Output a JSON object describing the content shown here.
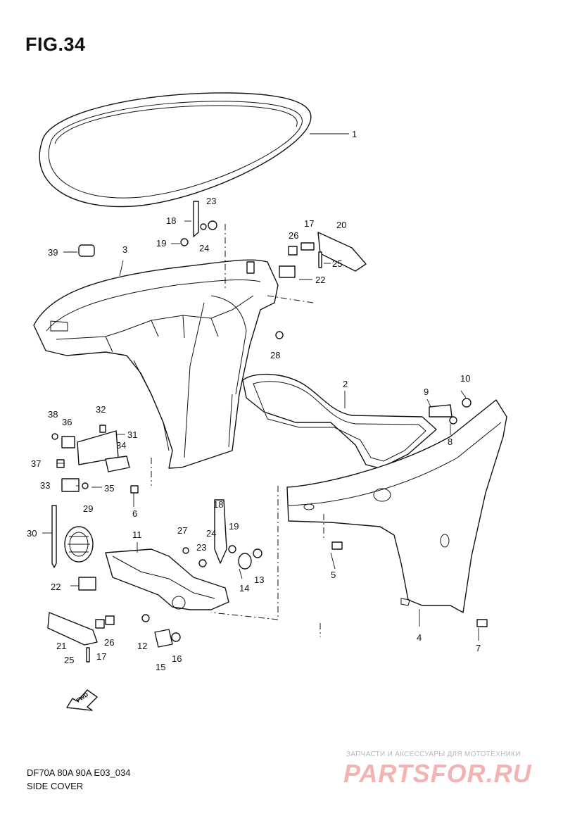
{
  "figure": {
    "title": "FIG.34",
    "model_code": "DF70A 80A 90A E03_034",
    "part_title": "SIDE COVER",
    "fwd_arrow_label": "FWD"
  },
  "callouts": [
    "1",
    "23",
    "18",
    "19",
    "24",
    "17",
    "26",
    "20",
    "39",
    "3",
    "25",
    "22",
    "28",
    "2",
    "10",
    "9",
    "8",
    "38",
    "36",
    "32",
    "31",
    "34",
    "37",
    "33",
    "35",
    "6",
    "18",
    "29",
    "27",
    "24",
    "19",
    "30",
    "11",
    "23",
    "13",
    "14",
    "5",
    "22",
    "21",
    "26",
    "12",
    "17",
    "16",
    "4",
    "7",
    "25",
    "15"
  ],
  "watermark": {
    "tagline": "ЗАПЧАСТИ И АКСЕССУАРЫ ДЛЯ МОТОТЕХНИКИ",
    "logo_text": "PARTSFOR.RU",
    "logo_color": "#e05555"
  }
}
